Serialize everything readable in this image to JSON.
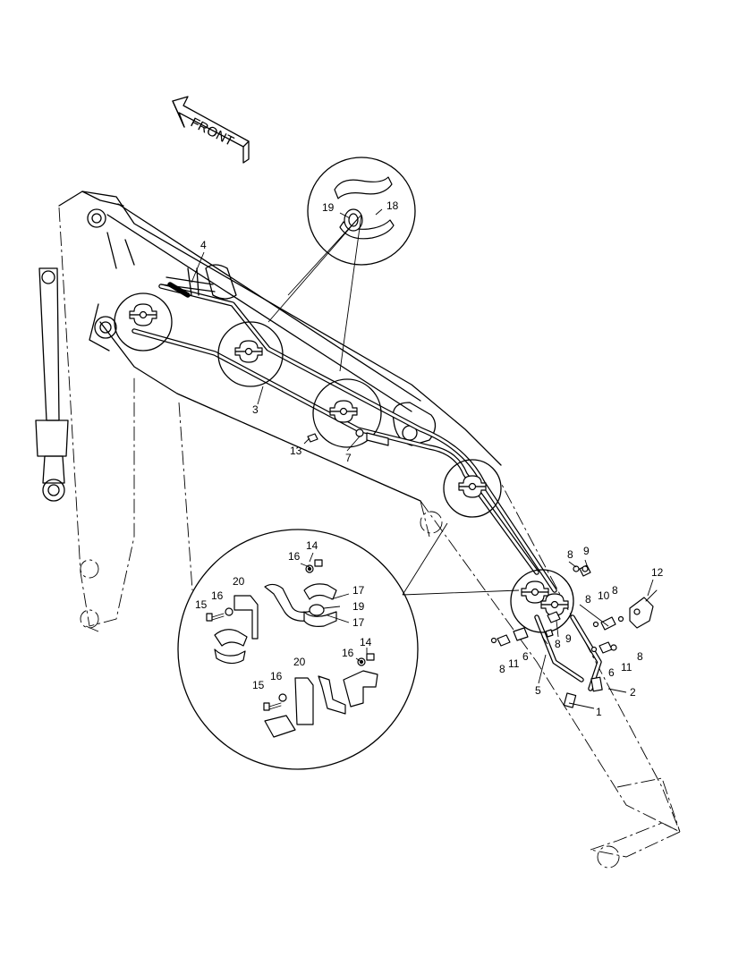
{
  "front_arrow": {
    "label": "FRONT"
  },
  "callouts": [
    {
      "id": "c-19-detail",
      "text": "19"
    },
    {
      "id": "c-18-detail",
      "text": "18"
    },
    {
      "id": "c-4",
      "text": "4"
    },
    {
      "id": "c-3",
      "text": "3"
    },
    {
      "id": "c-13",
      "text": "13"
    },
    {
      "id": "c-7",
      "text": "7"
    },
    {
      "id": "c-14-a",
      "text": "14"
    },
    {
      "id": "c-16-a",
      "text": "16"
    },
    {
      "id": "c-20-a",
      "text": "20"
    },
    {
      "id": "c-17-a",
      "text": "17"
    },
    {
      "id": "c-16-b",
      "text": "16"
    },
    {
      "id": "c-15-a",
      "text": "15"
    },
    {
      "id": "c-19-b",
      "text": "19"
    },
    {
      "id": "c-17-b",
      "text": "17"
    },
    {
      "id": "c-14-b",
      "text": "14"
    },
    {
      "id": "c-16-c",
      "text": "16"
    },
    {
      "id": "c-20-b",
      "text": "20"
    },
    {
      "id": "c-15-b",
      "text": "15"
    },
    {
      "id": "c-16-d",
      "text": "16"
    },
    {
      "id": "c-8-a",
      "text": "8"
    },
    {
      "id": "c-9-a",
      "text": "9"
    },
    {
      "id": "c-12",
      "text": "12"
    },
    {
      "id": "c-8-b",
      "text": "8"
    },
    {
      "id": "c-10",
      "text": "10"
    },
    {
      "id": "c-8-c",
      "text": "8"
    },
    {
      "id": "c-8-d",
      "text": "8"
    },
    {
      "id": "c-9-b",
      "text": "9"
    },
    {
      "id": "c-8-e",
      "text": "8"
    },
    {
      "id": "c-11-a",
      "text": "11"
    },
    {
      "id": "c-6-a",
      "text": "6"
    },
    {
      "id": "c-6-b",
      "text": "6"
    },
    {
      "id": "c-11-b",
      "text": "11"
    },
    {
      "id": "c-8-f",
      "text": "8"
    },
    {
      "id": "c-5",
      "text": "5"
    },
    {
      "id": "c-2",
      "text": "2"
    },
    {
      "id": "c-1",
      "text": "1"
    }
  ]
}
